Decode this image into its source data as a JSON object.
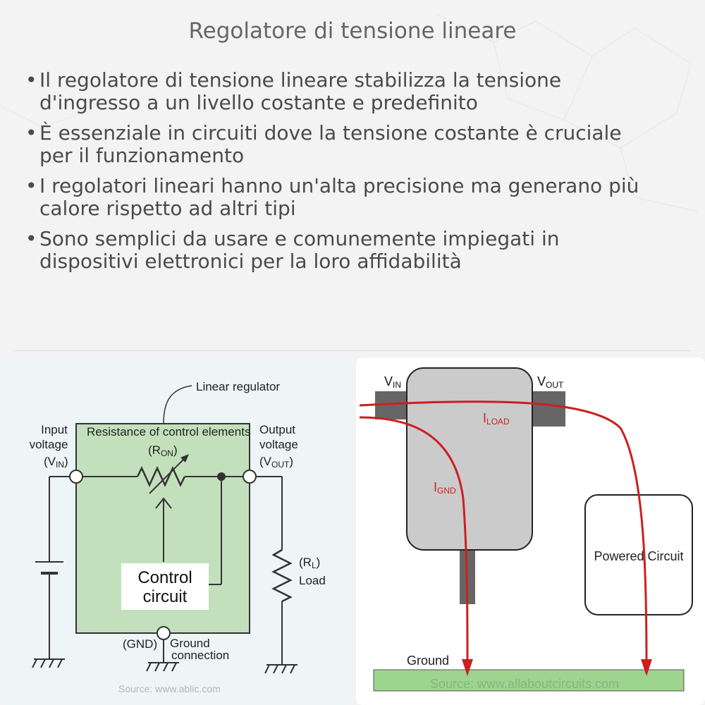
{
  "title": "Regolatore di tensione lineare",
  "bullets": [
    {
      "line1": "Il regolatore di tensione lineare stabilizza la tensione",
      "line2": "d'ingresso a un livello costante e predefinito"
    },
    {
      "line1": "È essenziale in circuiti dove la tensione costante è cruciale",
      "line2": "per il funzionamento"
    },
    {
      "line1": "I regolatori lineari hanno un'alta precisione ma generano più",
      "line2": "calore rispetto ad altri tipi"
    },
    {
      "line1": "Sono semplici da usare e comunemente impiegati in",
      "line2": "dispositivi elettronici per la loro affidabilità"
    }
  ],
  "left_diagram": {
    "linear_regulator": "Linear regulator",
    "resistance_title": "Resistance of control elements",
    "ron_open": "(R",
    "ron_sub": "ON",
    "paren_close": ")",
    "input_line1": "Input",
    "input_line2": "voltage",
    "vin_open": "(V",
    "vin_sub": "IN",
    "output_line1": "Output",
    "output_line2": "voltage",
    "vout_open": "(V",
    "vout_sub": "OUT",
    "control_line1": "Control",
    "control_line2": "circuit",
    "rl_open": "(R",
    "rl_sub": "L",
    "load": "Load",
    "gnd": "(GND)",
    "ground_line1": "Ground",
    "ground_line2": "connection",
    "source": "Source: www.ablic.com"
  },
  "right_diagram": {
    "vin_main": "V",
    "vin_sub": "IN",
    "vout_main": "V",
    "vout_sub": "OUT",
    "iload_main": "I",
    "iload_sub": "LOAD",
    "ignd_main": "I",
    "ignd_sub": "GND",
    "powered_circuit": "Powered Circuit",
    "ground": "Ground",
    "source": "Source: www.allaboutcircuits.com"
  },
  "colors": {
    "regulator_fill": "#c3e0bd",
    "current_arrow": "#cc1f1f",
    "ground_bar": "#9dd48e",
    "chip_fill": "#cbcbcb"
  }
}
